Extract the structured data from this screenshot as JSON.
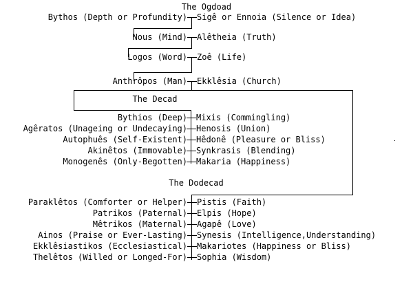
{
  "diagram": {
    "title_hidden": "Valentinian Gnostic Aeons — Pleroma chart",
    "ink_color": "#000000",
    "background_color": "#ffffff",
    "sections": [
      {
        "id": "ogdoad",
        "heading": "The Ogdoad",
        "pairs": [
          {
            "left": "Bythos (Depth or Profundity)",
            "right": "Sigê or Ennoia (Silence or Idea)"
          },
          {
            "left": "Nous (Mind)",
            "right": "Alêtheia (Truth)"
          },
          {
            "left": "Logos (Word)",
            "right": "Zoê (Life)"
          },
          {
            "left": "Anthrôpos (Man)",
            "right": "Ekklêsia (Church)"
          }
        ]
      },
      {
        "id": "decad",
        "heading": "The Decad",
        "pairs": [
          {
            "left": "Bythios (Deep)",
            "right": "Mixis (Commingling)"
          },
          {
            "left": "Agêratos (Unageing or Undecaying)",
            "right": "Henosis (Union)"
          },
          {
            "left": "Autophuês (Self-Existent)",
            "right": "Hêdonê (Pleasure or Bliss)"
          },
          {
            "left": "Akinêtos (Immovable)",
            "right": "Synkrasis (Blending)"
          },
          {
            "left": "Monogenês (Only-Begotten)",
            "right": "Makaria (Happiness)"
          }
        ]
      },
      {
        "id": "dodecad",
        "heading": "The Dodecad",
        "pairs": [
          {
            "left": "Paraklêtos (Comforter or Helper)",
            "right": "Pistis (Faith)"
          },
          {
            "left": "Patrikos (Paternal)",
            "right": "Elpis (Hope)"
          },
          {
            "left": "Mêtrikos (Maternal)",
            "right": "Agapê (Love)"
          },
          {
            "left": "Ainos (Praise or Ever-Lasting)",
            "right": "Synesis (Intelligence,Understanding)"
          },
          {
            "left": "Ekklêsiastikos (Ecclesiastical)",
            "right": "Makariotes (Happiness or Bliss)"
          },
          {
            "left": "Thelêtos (Willed or Longed-For)",
            "right": "Sophia (Wisdom)"
          }
        ]
      }
    ]
  }
}
